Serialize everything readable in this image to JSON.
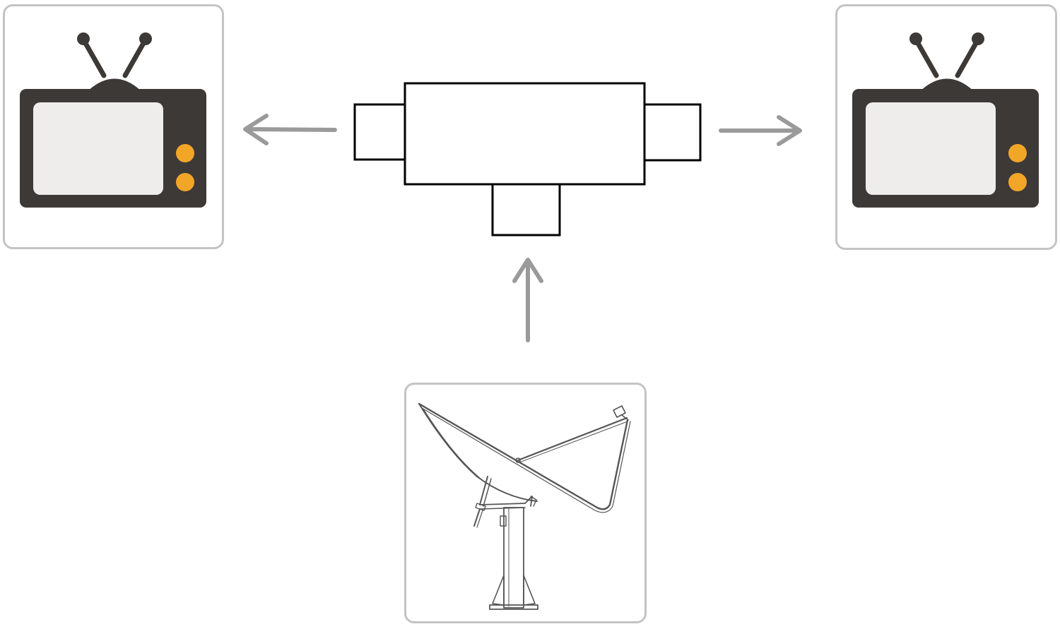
{
  "diagram": {
    "colors": {
      "tv_body": "#3d3937",
      "tv_screen": "#efedec",
      "tv_knob": "#f2a628",
      "arrow": "#9a9a9a",
      "card_border": "#c4c4c4",
      "outline": "#000000",
      "sketch_line": "#555555"
    },
    "nodes": [
      {
        "id": "tv-left",
        "icon": "television-icon"
      },
      {
        "id": "splitter",
        "icon": "t-splitter-outline"
      },
      {
        "id": "tv-right",
        "icon": "television-icon"
      },
      {
        "id": "dish",
        "icon": "satellite-dish-icon"
      }
    ],
    "edges": [
      {
        "from": "dish",
        "to": "splitter"
      },
      {
        "from": "splitter",
        "to": "tv-left"
      },
      {
        "from": "splitter",
        "to": "tv-right"
      }
    ]
  }
}
